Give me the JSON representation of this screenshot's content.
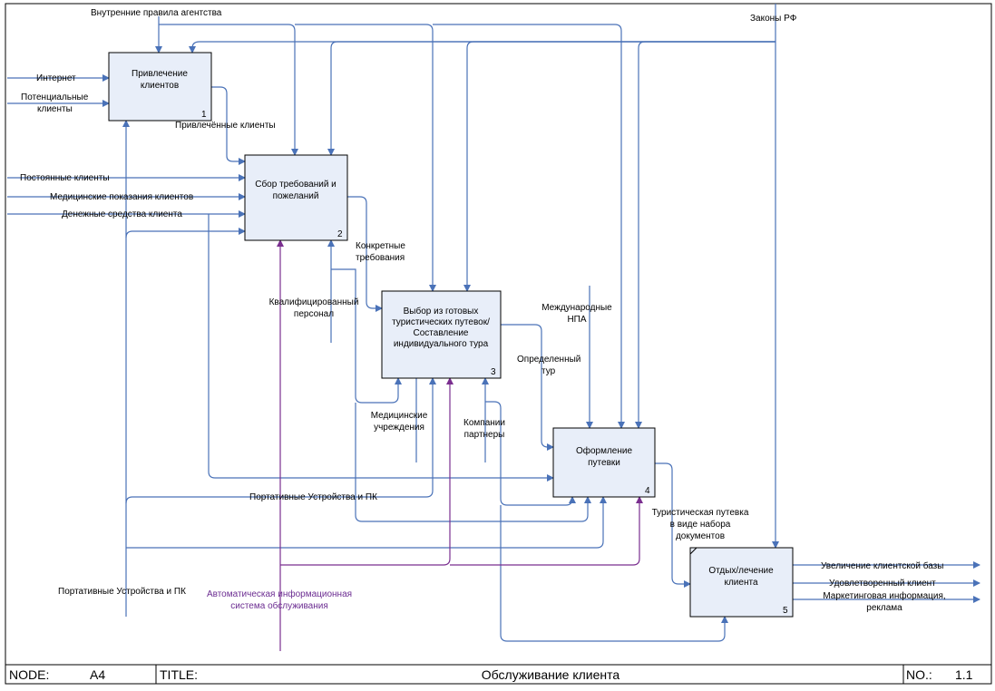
{
  "boxes": [
    {
      "id": "1",
      "lines": [
        "Привлечение",
        "клиентов"
      ]
    },
    {
      "id": "2",
      "lines": [
        "Сбор требований и",
        "пожеланий"
      ]
    },
    {
      "id": "3",
      "lines": [
        "Выбор из готовых",
        "туристических путевок/",
        "Составление",
        "индивидуального тура"
      ]
    },
    {
      "id": "4",
      "lines": [
        "Оформление",
        "путевки"
      ]
    },
    {
      "id": "5",
      "lines": [
        "Отдых/лечение",
        "клиента"
      ]
    }
  ],
  "labels": {
    "internal_rules": "Внутренние правила агентства",
    "laws": "Законы РФ",
    "internet": "Интернет",
    "potential_clients_1": "Потенциальные",
    "potential_clients_2": "клиенты",
    "attracted_clients": "Привлечённые клиенты",
    "regular_clients": "Постоянные клиенты",
    "medical_indications": "Медицинские показания клиентов",
    "client_money": "Денежные средства клиента",
    "specific_req_1": "Конкретные",
    "specific_req_2": "требования",
    "qualified_staff_1": "Квалифицированный",
    "qualified_staff_2": "персонал",
    "intl_npa_1": "Международные",
    "intl_npa_2": "НПА",
    "defined_tour_1": "Определенный",
    "defined_tour_2": "тур",
    "medical_inst_1": "Медицинские",
    "medical_inst_2": "учреждения",
    "partners_1": "Компании",
    "partners_2": "партнеры",
    "portable_devices_1": "Портативные Устройства и ПК",
    "portable_devices_2": "Портативные Устройства и ПК",
    "tour_docs_1": "Туристическая путевка",
    "tour_docs_2": "в виде набора",
    "tour_docs_3": "документов",
    "ais_1": "Автоматическая информационная",
    "ais_2": "система обслуживания",
    "out_base": "Увеличение клиентской базы",
    "out_satisfied": "Удовлетворенный клиент",
    "out_marketing_1": "Маркетинговая информация,",
    "out_marketing_2": "реклама"
  },
  "footer": {
    "node_label": "NODE:",
    "node_value": "A4",
    "title_label": "TITLE:",
    "title_value": "Обслуживание клиента",
    "no_label": "NO.:",
    "no_value": "1.1"
  },
  "colors": {
    "arrow": "#4a72b8",
    "mechanism_ais": "#7a2e8f",
    "box_fill": "#e8eef9"
  }
}
